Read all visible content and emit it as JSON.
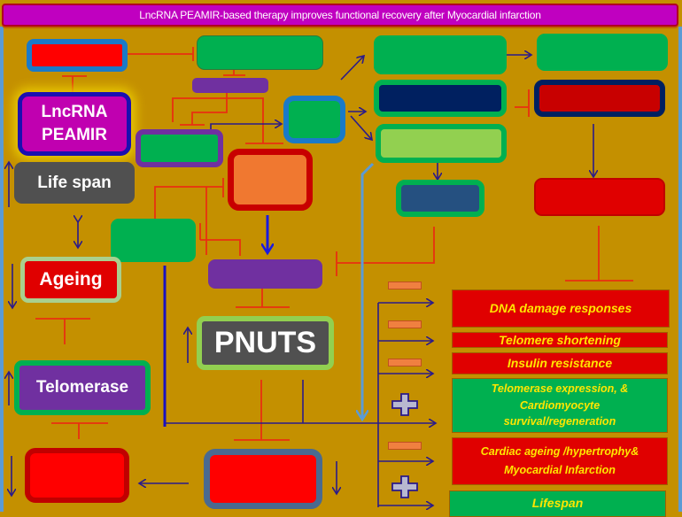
{
  "title": "LncRNA PEAMIR-based therapy improves functional recovery after Myocardial infarction",
  "nodes": {
    "lncrna": "LncRNA\nPEAMIR",
    "lifespan_box": "Life span",
    "ageing": "Ageing",
    "pnuts": "PNUTS",
    "telomerase": "Telomerase"
  },
  "outcomes": [
    {
      "label": "DNA damage responses",
      "effect": "minus",
      "color": "#e00000"
    },
    {
      "label": "Telomere shortening",
      "effect": "minus",
      "color": "#e00000"
    },
    {
      "label": "Insulin resistance",
      "effect": "minus",
      "color": "#e00000"
    },
    {
      "label": "Telomerase  expression, & Cardiomyocyte survival/regeneration",
      "effect": "plus",
      "color": "#00b050"
    },
    {
      "label": "Cardiac ageing /hypertrophy& Myocardial Infarction",
      "effect": "minus",
      "color": "#e00000"
    },
    {
      "label": "Lifespan",
      "effect": "plus",
      "color": "#00b050"
    }
  ],
  "outcome_lines": {
    "o3": [
      "Telomerase  expression, &",
      "Cardiomyocyte",
      "survival/regeneration"
    ],
    "o4": [
      "Cardiac ageing /hypertrophy&",
      "Myocardial Infarction"
    ]
  },
  "colors": {
    "background": "#c49000",
    "title_bar": "#c000c0",
    "inhibit_line": "#e83010",
    "activate_arrow": "#2a1a8a",
    "outcome_text": "#ffe600"
  }
}
